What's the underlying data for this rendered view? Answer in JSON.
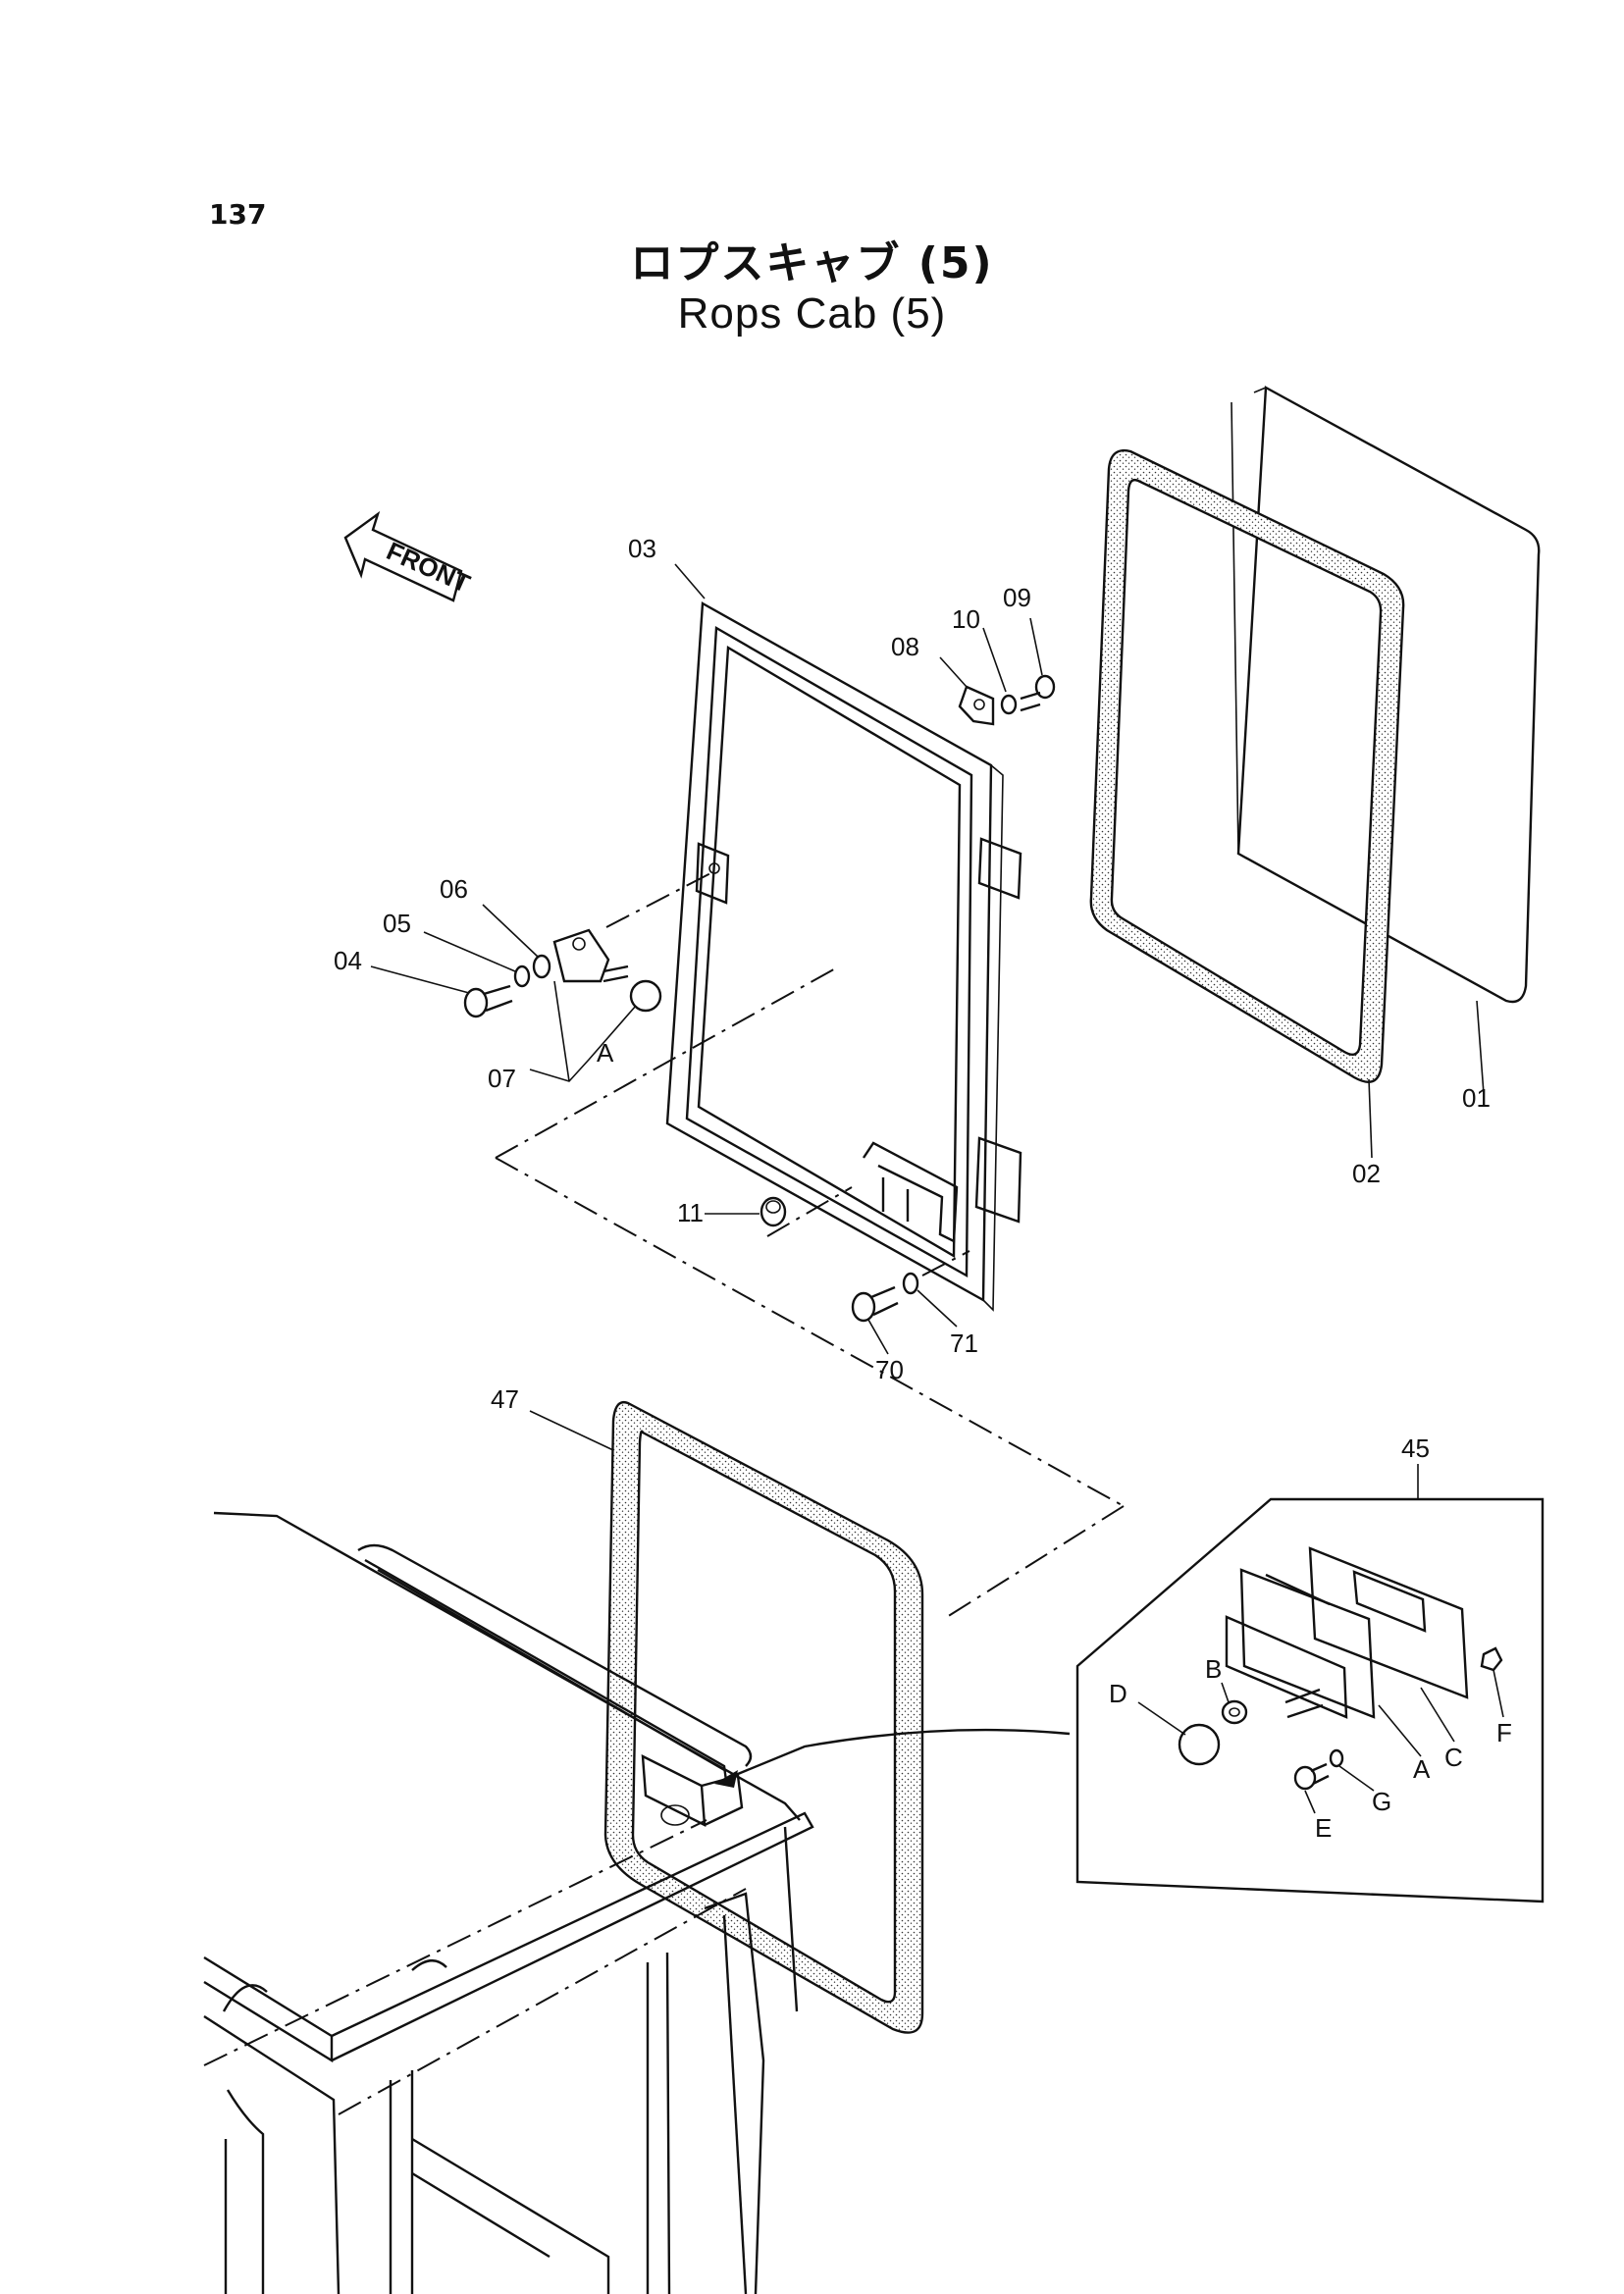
{
  "page_number": "137",
  "title_jp": "ロプスキャブ (5)",
  "title_en": "Rops Cab (5)",
  "front_label": "FRONT",
  "part_labels": {
    "p01": "01",
    "p02": "02",
    "p03": "03",
    "p04": "04",
    "p05": "05",
    "p06": "06",
    "p07": "07",
    "p08": "08",
    "p09": "09",
    "p10": "10",
    "p11": "11",
    "p45": "45",
    "p47": "47",
    "p70": "70",
    "p71": "71"
  },
  "detail_labels": {
    "A1": "A",
    "A2": "A",
    "B": "B",
    "C": "C",
    "D": "D",
    "E": "E",
    "F": "F",
    "G": "G"
  }
}
